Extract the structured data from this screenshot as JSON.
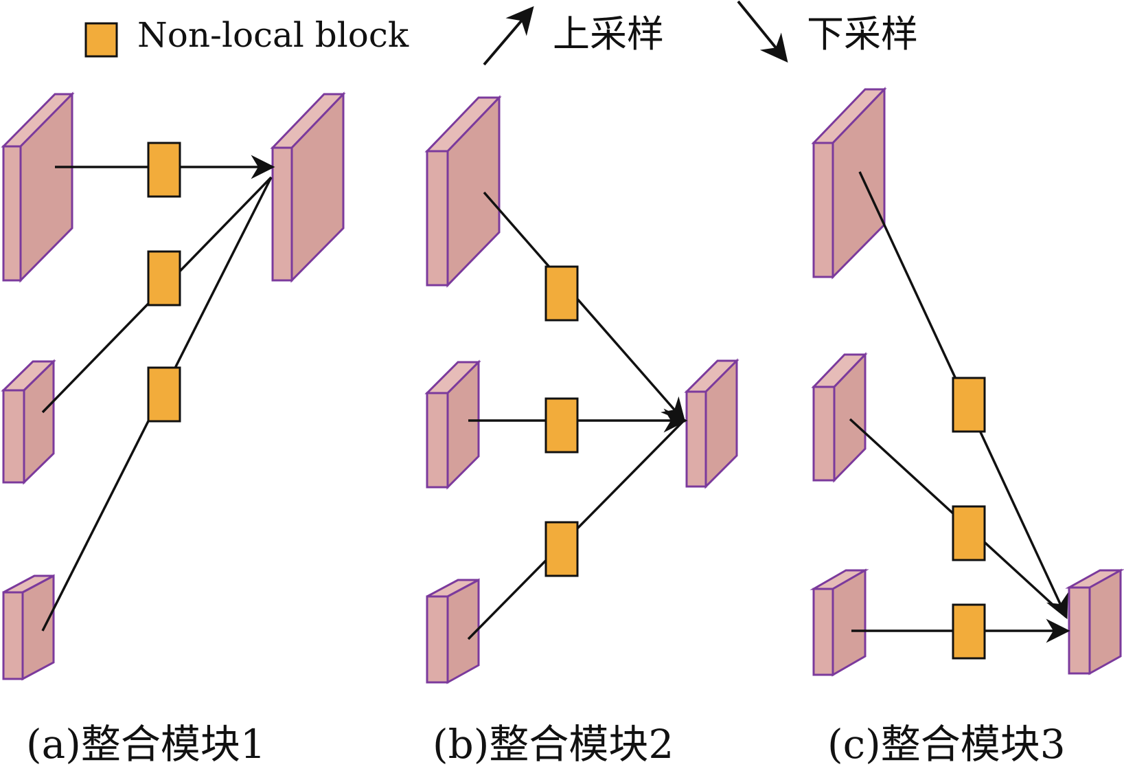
{
  "legend": {
    "block_label": "Non-local block",
    "upsample_label": "上采样",
    "downsample_label": "下采样"
  },
  "colors": {
    "feature_front": "#ddaca8",
    "feature_side": "#d4a09b",
    "feature_top": "#e6bcb8",
    "feature_border": "#7b3a9c",
    "block_fill": "#f2ac3b",
    "block_border": "#111111",
    "line": "#111111"
  },
  "panels": [
    {
      "id": "a",
      "caption": "(a)整合模块1"
    },
    {
      "id": "b",
      "caption": "(b)整合模块2"
    },
    {
      "id": "c",
      "caption": "(c)整合模块3"
    }
  ]
}
